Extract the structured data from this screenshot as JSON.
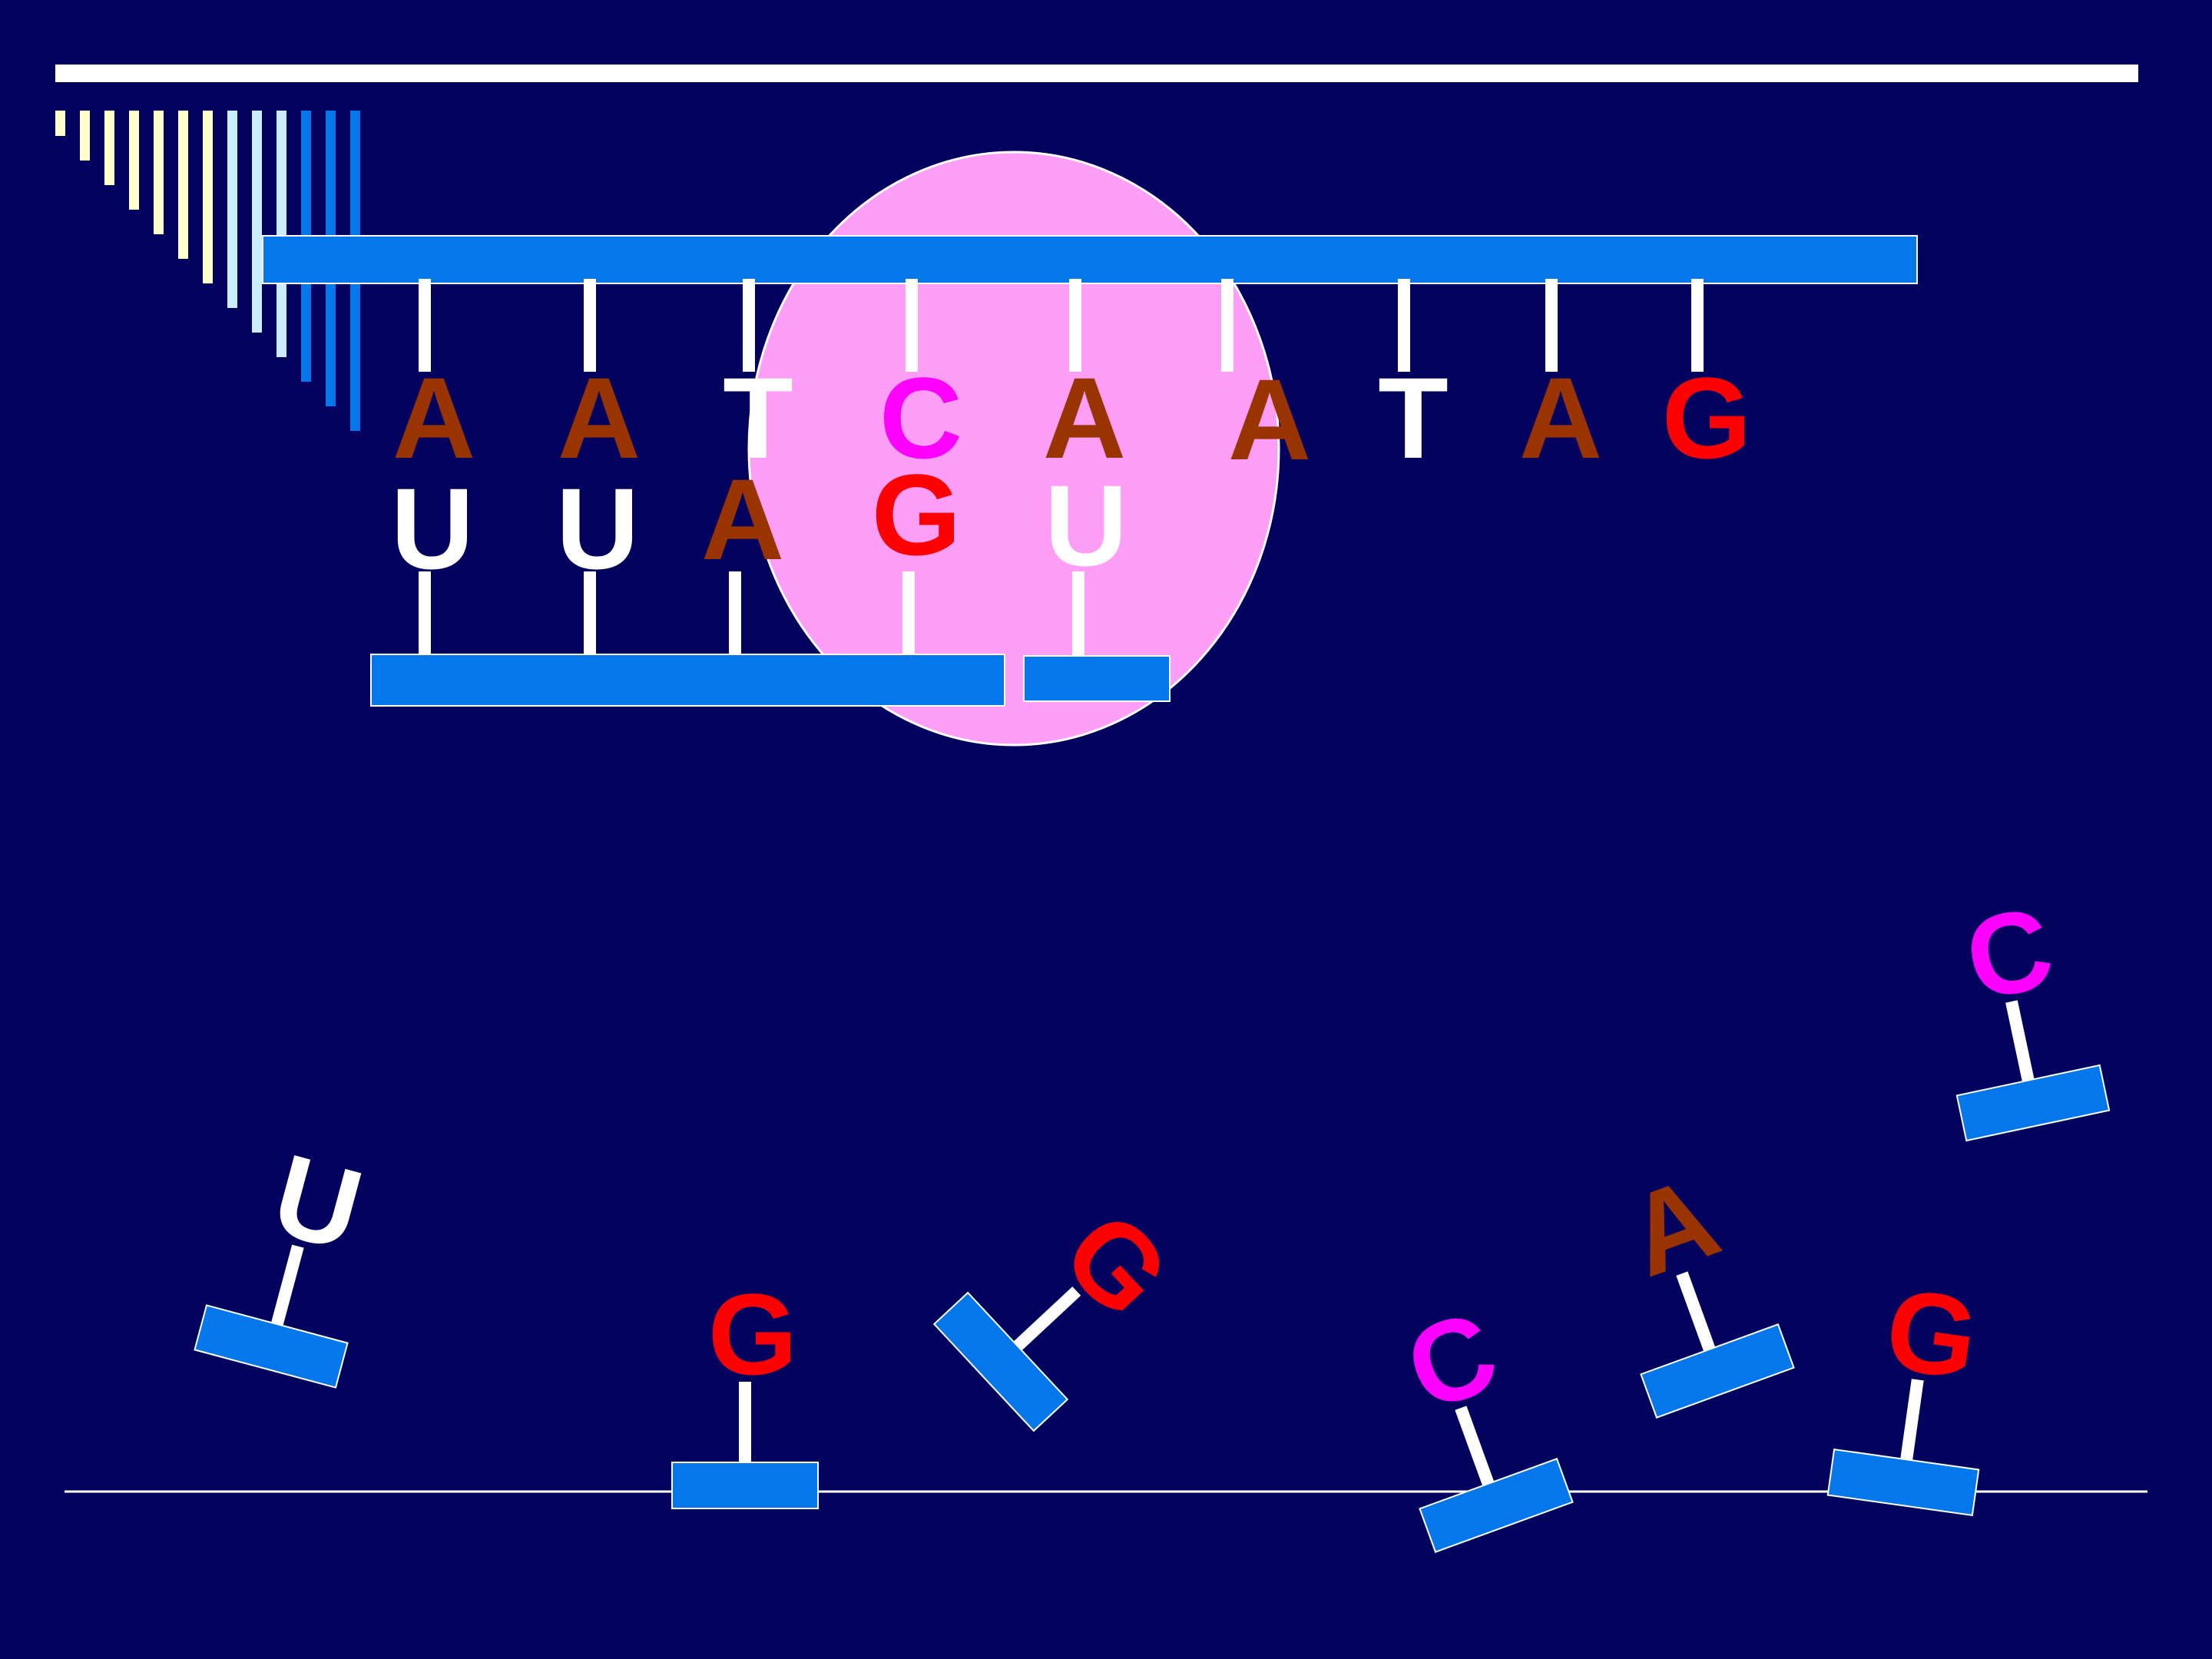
{
  "colors": {
    "background": "#02025E",
    "strand_blue": "#0477EA",
    "stick_white": "#FFFFFF",
    "ribosome_pink": "#FF9EF7",
    "outline": "#FFFFFF",
    "base_colors": {
      "A": "#993300",
      "T": "#FFFFFF",
      "U": "#FFFFFF",
      "C": "#FF00FF",
      "G": "#FF0000"
    }
  },
  "decoration": {
    "comb_colors": [
      "#FFFFCC",
      "#FFFFCC",
      "#FFFFCC",
      "#FFFFCC",
      "#FFFFCC",
      "#FFFFCC",
      "#FFFFCC",
      "#CCECFF",
      "#CCECFF",
      "#CCECFF",
      "#0477EA",
      "#0477EA",
      "#0477EA"
    ]
  },
  "diagram": {
    "dna_template_bases": [
      "A",
      "A",
      "T",
      "C",
      "A",
      "A",
      "T",
      "A",
      "G"
    ],
    "rna_paired_bases": [
      "U",
      "U",
      "A",
      "G",
      "U"
    ],
    "free_nucleotides": [
      {
        "base": "U",
        "tilt_deg": 15
      },
      {
        "base": "G",
        "tilt_deg": 0
      },
      {
        "base": "G",
        "tilt_deg": 47
      },
      {
        "base": "C",
        "tilt_deg": -20
      },
      {
        "base": "A",
        "tilt_deg": -20
      },
      {
        "base": "G",
        "tilt_deg": 8
      },
      {
        "base": "C",
        "tilt_deg": -12
      }
    ]
  }
}
